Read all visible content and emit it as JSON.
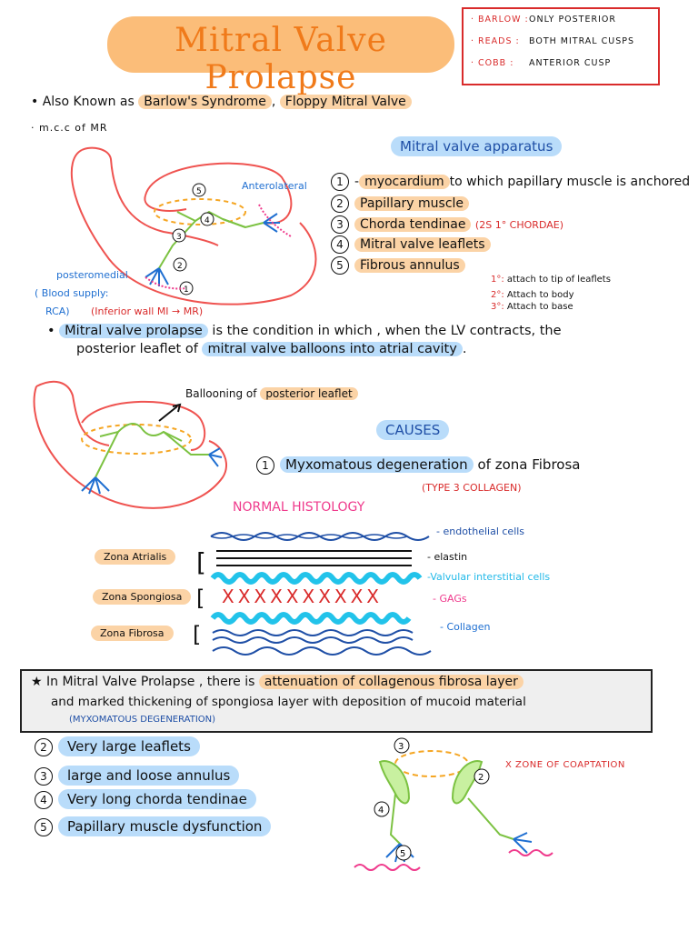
{
  "title": "Mitral Valve Prolapse",
  "eponyms": [
    {
      "key": "· BARLOW :",
      "value": "ONLY POSTERIOR"
    },
    {
      "key": "· READS :",
      "value": "BOTH MITRAL CUSPS"
    },
    {
      "key": "· COBB :",
      "value": "ANTERIOR CUSP"
    }
  ],
  "intro": {
    "aka_prefix": "Also Known as",
    "aka_1": "Barlow's Syndrome",
    "aka_sep": ",",
    "aka_2": "Floppy Mitral Valve",
    "mcc": "m.c.c of MR"
  },
  "apparatus": {
    "heading": "Mitral valve apparatus",
    "items": [
      {
        "n": "1",
        "label": "myocardium",
        "rest": "to which papillary muscle is anchored"
      },
      {
        "n": "2",
        "label": "Papillary muscle",
        "rest": ""
      },
      {
        "n": "3",
        "label": "Chorda tendinae",
        "rest": "(2S 1° CHORDAE)"
      },
      {
        "n": "4",
        "label": "Mitral valve leaflets",
        "rest": ""
      },
      {
        "n": "5",
        "label": "Fibrous annulus",
        "rest": ""
      }
    ],
    "chordae_notes": [
      {
        "k": "1°:",
        "v": "attach to tip of leaflets"
      },
      {
        "k": "2°:",
        "v": "Attach to body"
      },
      {
        "k": "3°:",
        "v": "Attach to base"
      }
    ]
  },
  "diagram1": {
    "anterolateral": "Anterolateral",
    "posteromedial": "posteromedial",
    "blood_supply": "Blood supply:",
    "rca": "RCA)",
    "inferior": "(Inferior wall MI → MR)"
  },
  "definition": {
    "part1": "Mitral valve prolapse",
    "part2": " is the condition in which , when the LV contracts, the",
    "part3": "posterior leaflet of",
    "part4": "mitral valve balloons into atrial cavity",
    "part5": "."
  },
  "diagram2": {
    "ballooning_prefix": "Ballooning of",
    "ballooning_hl": "posterior leaflet"
  },
  "causes": {
    "heading": "CAUSES",
    "item1_n": "1",
    "item1_hl": "Myxomatous degeneration",
    "item1_rest": "of zona Fibrosa",
    "item1_note": "(TYPE 3 COLLAGEN)"
  },
  "histology": {
    "heading": "NORMAL HISTOLOGY",
    "labels": [
      "- endothelial cells",
      "- elastin",
      "-Valvular interstitial cells",
      "- GAGs",
      "- Collagen"
    ],
    "zones": [
      "Zona Atrialis",
      "Zona Spongiosa",
      "Zona Fibrosa"
    ],
    "gag_marks": "XXXXXXXXXX"
  },
  "note": {
    "line1_prefix": "In Mitral Valve Prolapse , there is",
    "line1_hl": "attenuation of collagenous fibrosa layer",
    "line2": "and marked thickening of spongiosa layer with deposition of mucoid material",
    "line3": "(MYXOMATOUS DEGENERATION)"
  },
  "features": [
    {
      "n": "2",
      "label": "Very large leaflets"
    },
    {
      "n": "3",
      "label": "large and loose annulus"
    },
    {
      "n": "4",
      "label": "Very long chorda tendinae"
    },
    {
      "n": "5",
      "label": "Papillary muscle dysfunction"
    }
  ],
  "diagram3": {
    "coaptation": "X ZONE OF COAPTATION",
    "nums": [
      "3",
      "2",
      "4",
      "5"
    ]
  },
  "colors": {
    "orange": "#f07a1a",
    "red": "#d92b2b",
    "blue": "#1f6fd1",
    "pink": "#ef3a8c"
  }
}
